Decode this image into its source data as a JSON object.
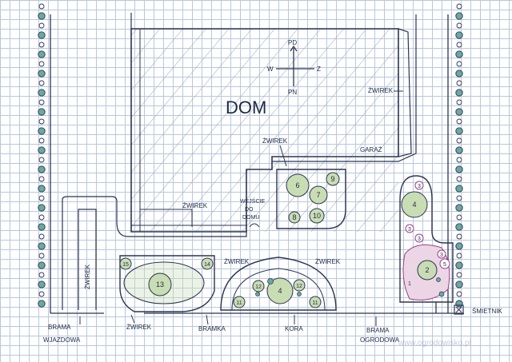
{
  "labels": {
    "house": "DOM",
    "compass_north": "PD",
    "compass_south": "PN",
    "compass_west": "W",
    "compass_east": "Z",
    "gravel_right": "ŻWIREK",
    "gravel_top": "ŻWIREK",
    "gravel_mid": "ŻWIREK",
    "garage": "GARAŻ",
    "entrance_line1": "WEJŚCIE",
    "entrance_line2": "DO",
    "entrance_line3": "DOMU",
    "gravel_left_vertical": "ŻWIREK",
    "gravel_bed13": "ŻWIREK",
    "gravel_semicircle": "ŻWIREK",
    "gravel_bottom": "ŻWIREK",
    "gate_drive_line1": "BRAMA",
    "gate_drive_line2": "WJAZDOWA",
    "gate_small": "BRAMKA",
    "bark": "KORA",
    "gate_garden_line1": "BRAMA",
    "gate_garden_line2": "OGRODOWA",
    "bins": "ŚMIETNIK",
    "watermark": "www.ogrodowisko.pl"
  },
  "plants": {
    "p1": "1",
    "p2": "2",
    "p3a": "3",
    "p3b": "3",
    "p3c": "3",
    "p3d": "3",
    "p4a": "4",
    "p4b": "4",
    "p5": "5",
    "p6": "6",
    "p7": "7",
    "p8": "8",
    "p9": "9",
    "p10": "10",
    "p11a": "11",
    "p11b": "11",
    "p12a": "12",
    "p12b": "12",
    "p13": "13",
    "p14": "14",
    "p15": "15"
  },
  "colors": {
    "ink": "#2c3550",
    "shrub_fill": "#c9ddb4",
    "conifer_fill": "#6aa8a2",
    "pink_bed": "#ecd6e6",
    "magenta": "#9a3f8a"
  }
}
